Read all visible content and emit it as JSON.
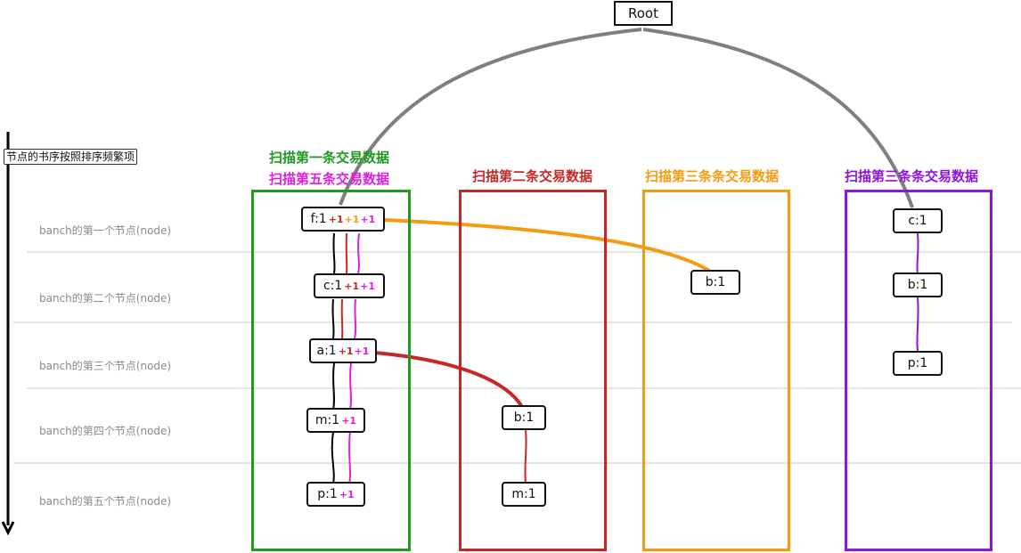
{
  "root": "Root",
  "axis_label": "节点的书序按照排序频繁项",
  "rows": [
    "banch的第一个节点(node)",
    "banch的第二个节点(node)",
    "banch的第三个节点(node)",
    "banch的第四个节点(node)",
    "banch的第五个节点(node)"
  ],
  "columns": [
    {
      "titles": [
        {
          "text": "扫描第一条交易数据",
          "color": "#1f9a1f"
        },
        {
          "text": "扫描第五条交易数据",
          "color": "#e01ee0"
        }
      ],
      "border_color": "#1f9a1f"
    },
    {
      "titles": [
        {
          "text": "扫描第二条交易数据",
          "color": "#c62828"
        }
      ],
      "border_color": "#c62828"
    },
    {
      "titles": [
        {
          "text": "扫描第三条条交易数据",
          "color": "#f39c12"
        }
      ],
      "border_color": "#f39c12"
    },
    {
      "titles": [
        {
          "text": "扫描第三条条交易数据",
          "color": "#8e14e0"
        }
      ],
      "border_color": "#8e14e0"
    }
  ],
  "nodes": {
    "f": {
      "label": "f:1",
      "increments": [
        {
          "text": "+1",
          "color": "#c62828"
        },
        {
          "text": "+1",
          "color": "#f39c12"
        },
        {
          "text": "+1",
          "color": "#e01ee0"
        }
      ]
    },
    "c": {
      "label": "c:1",
      "increments": [
        {
          "text": "+1",
          "color": "#c62828"
        },
        {
          "text": "+1",
          "color": "#e01ee0"
        }
      ]
    },
    "a": {
      "label": "a:1",
      "increments": [
        {
          "text": "+1",
          "color": "#c62828"
        },
        {
          "text": "+1",
          "color": "#e01ee0"
        }
      ]
    },
    "m": {
      "label": "m:1",
      "increments": [
        {
          "text": "+1",
          "color": "#e01ee0"
        }
      ]
    },
    "p": {
      "label": "p:1",
      "increments": [
        {
          "text": "+1",
          "color": "#e01ee0"
        }
      ]
    },
    "b2": {
      "label": "b:1"
    },
    "m2": {
      "label": "m:1"
    },
    "b3": {
      "label": "b:1"
    },
    "c4": {
      "label": "c:1"
    },
    "b4": {
      "label": "b:1"
    },
    "p4": {
      "label": "p:1"
    }
  },
  "colors": {
    "root_link": "#7f7f7f",
    "axis": "#000000",
    "row_line": "#cccccc",
    "link_col1": "#000000",
    "link_col2": "#c62828",
    "link_col3": "#f39c12",
    "link_col5": "#e01ee0",
    "link_col4": "#8e14e0"
  }
}
